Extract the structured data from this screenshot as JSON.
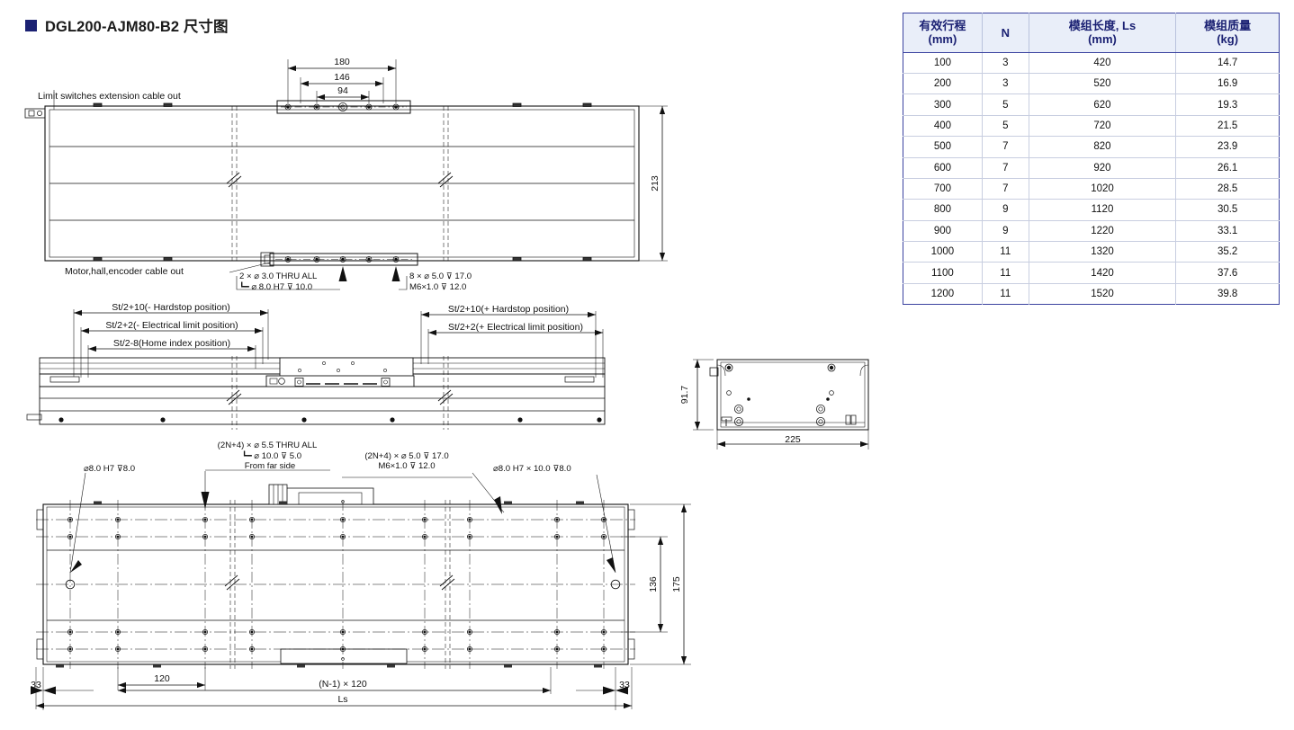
{
  "title": {
    "marker": "square-marker",
    "text": "DGL200-AJM80-B2 尺寸图"
  },
  "spec_table": {
    "headers": [
      "有效行程\n(mm)",
      "N",
      "模组长度, Ls\n(mm)",
      "模组质量\n(kg)"
    ],
    "header_lines": [
      [
        "有效行程",
        "(mm)"
      ],
      [
        "N",
        ""
      ],
      [
        "模组长度, Ls",
        "(mm)"
      ],
      [
        "模组质量",
        "(kg)"
      ]
    ],
    "rows": [
      [
        "100",
        "3",
        "420",
        "14.7"
      ],
      [
        "200",
        "3",
        "520",
        "16.9"
      ],
      [
        "300",
        "5",
        "620",
        "19.3"
      ],
      [
        "400",
        "5",
        "720",
        "21.5"
      ],
      [
        "500",
        "7",
        "820",
        "23.9"
      ],
      [
        "600",
        "7",
        "920",
        "26.1"
      ],
      [
        "700",
        "7",
        "1020",
        "28.5"
      ],
      [
        "800",
        "9",
        "1120",
        "30.5"
      ],
      [
        "900",
        "9",
        "1220",
        "33.1"
      ],
      [
        "1000",
        "11",
        "1320",
        "35.2"
      ],
      [
        "1100",
        "11",
        "1420",
        "37.6"
      ],
      [
        "1200",
        "11",
        "1520",
        "39.8"
      ]
    ],
    "accent_color": "#3b43a0",
    "header_bg": "#e9eef9"
  },
  "drawing": {
    "top_view": {
      "dim_180": "180",
      "dim_146": "146",
      "dim_94": "94",
      "dim_213": "213",
      "note_limit_switch": "Limit switches extension cable out",
      "note_motor_cable": "Motor,hall,encoder cable out",
      "callout_left_l1": "2 × ⌀ 3.0 THRU ALL",
      "callout_left_l2": "⌀ 8.0 H7   ⊽ 10.0",
      "callout_right_l1": "8 × ⌀ 5.0   ⊽ 17.0",
      "callout_right_l2": "M6×1.0      ⊽ 12.0"
    },
    "middle_view": {
      "label_neg_hardstop": "St/2+10(- Hardstop position)",
      "label_neg_elimit": "St/2+2(- Electrical limit position)",
      "label_home_index": "St/2-8(Home index position)",
      "label_pos_hardstop": "St/2+10(+ Hardstop position)",
      "label_pos_elimit": "St/2+2(+ Electrical limit position)"
    },
    "end_view": {
      "dim_height": "91.7",
      "dim_width": "225"
    },
    "bottom_view": {
      "callout_far_left": "⌀8.0 H7 ⊽8.0",
      "callout_far_right": "⌀8.0 H7 × 10.0 ⊽8.0",
      "callout_mid_left_l1": "(2N+4) × ⌀ 5.5 THRU ALL",
      "callout_mid_left_l2": "⌀ 10.0 ⊽ 5.0",
      "callout_mid_left_l3": "From far side",
      "callout_mid_right_l1": "(2N+4) ×  ⌀ 5.0  ⊽ 17.0",
      "callout_mid_right_l2": "M6×1.0        ⊽ 12.0",
      "dim_136": "136",
      "dim_175": "175",
      "dim_33_left": "33",
      "dim_33_right": "33",
      "dim_120": "120",
      "dim_pitch": "(N-1) × 120",
      "dim_ls": "Ls"
    }
  }
}
